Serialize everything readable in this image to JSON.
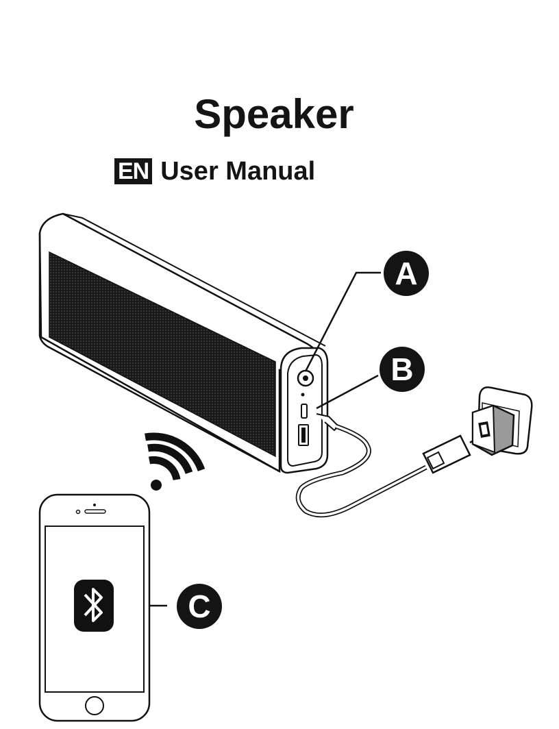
{
  "document": {
    "title": "Speaker",
    "language_badge": "EN",
    "subtitle": "User Manual"
  },
  "callouts": {
    "a": "A",
    "b": "B",
    "c": "C"
  },
  "icons": [
    "power-button-icon",
    "usb-port-icon",
    "wifi-signal-icon",
    "bluetooth-icon",
    "wall-charger-icon",
    "smartphone-icon"
  ],
  "colors": {
    "ink": "#141414",
    "paper": "#ffffff"
  }
}
